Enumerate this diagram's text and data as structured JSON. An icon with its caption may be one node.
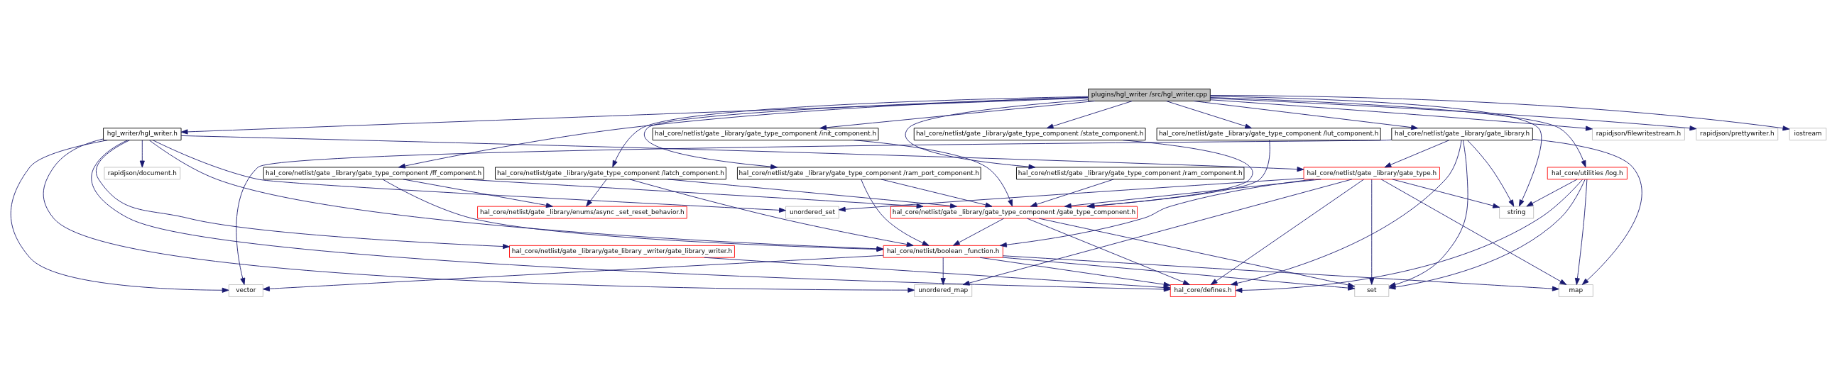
{
  "diagram": {
    "nodes": [
      {
        "text": [
          "plugins/hgl_writer /src/hgl_writer.cpp"
        ]
      },
      {
        "text": [
          "hgl_writer/hgl_writer.h"
        ]
      },
      {
        "text": [
          "hal_core/netlist/gate _library/gate_type_component /ram_component.h"
        ]
      },
      {
        "text": [
          "hal_core/netlist/gate _library/gate_type_component /state_component.h"
        ]
      },
      {
        "text": [
          "hal_core/netlist/gate _library/gate_type_component /lut_component.h"
        ]
      },
      {
        "text": [
          "hal_core/netlist/gate _library/gate_library.h"
        ]
      },
      {
        "text": [
          "rapidjson/filewritestream.h"
        ]
      },
      {
        "text": [
          "rapidjson/prettywriter.h"
        ]
      },
      {
        "text": [
          "iostream"
        ]
      },
      {
        "text": [
          "rapidjson/document.h"
        ]
      },
      {
        "text": [
          "hal_core/netlist/gate _library/gate_type_component /latch_component.h"
        ]
      },
      {
        "text": [
          "hal_core/netlist/gate _library/gate_type_component /ff_component.h"
        ]
      },
      {
        "text": [
          "hal_core/netlist/gate _library/gate_type_component /ram_port_component.h"
        ]
      },
      {
        "text": [
          "hal_core/netlist/gate _library/gate_type_component /init_component.h"
        ]
      },
      {
        "text": [
          "hal_core/netlist/gate _library/gate_type.h"
        ]
      },
      {
        "text": [
          "hal_core/utilities /log.h"
        ]
      },
      {
        "text": [
          "hal_core/netlist/gate _library/enums/async _set_reset_behavior.h"
        ]
      },
      {
        "text": [
          "hal_core/netlist/gate _library/gate_type_component /gate_type_component.h"
        ]
      },
      {
        "text": [
          "unordered_set"
        ]
      },
      {
        "text": [
          "string"
        ]
      },
      {
        "text": [
          "hal_core/netlist/gate _library/gate_library _writer/gate_library_writer.h"
        ]
      },
      {
        "text": [
          "hal_core/netlist/boolean _function.h"
        ]
      },
      {
        "text": [
          "vector"
        ]
      },
      {
        "text": [
          "unordered_map"
        ]
      },
      {
        "text": [
          "hal_core/defines.h"
        ]
      },
      {
        "text": [
          "set"
        ]
      },
      {
        "text": [
          "map"
        ]
      }
    ],
    "edges": [
      {
        "from": 0,
        "to": 1,
        "arrow": "to"
      },
      {
        "from": 0,
        "to": 10,
        "arrow": "to"
      },
      {
        "from": 0,
        "to": 11,
        "arrow": "to"
      },
      {
        "from": 0,
        "to": 12,
        "arrow": "to"
      },
      {
        "from": 0,
        "to": 2,
        "arrow": "to"
      },
      {
        "from": 0,
        "to": 3,
        "arrow": "to"
      },
      {
        "from": 0,
        "to": 13,
        "arrow": "to"
      },
      {
        "from": 0,
        "to": 4,
        "arrow": "to"
      },
      {
        "from": 0,
        "to": 5,
        "arrow": "to"
      },
      {
        "from": 0,
        "to": 19,
        "arrow": "to"
      },
      {
        "from": 0,
        "to": 15,
        "arrow": "to"
      },
      {
        "from": 0,
        "to": 6,
        "arrow": "to"
      },
      {
        "from": 0,
        "to": 7,
        "arrow": "to"
      },
      {
        "from": 0,
        "to": 8,
        "arrow": "to"
      },
      {
        "from": 1,
        "to": 9,
        "arrow": "to"
      },
      {
        "from": 1,
        "to": 22,
        "arrow": "to"
      },
      {
        "from": 1,
        "to": 21,
        "arrow": "to"
      },
      {
        "from": 1,
        "to": 23,
        "arrow": "to"
      },
      {
        "from": 1,
        "to": 20,
        "arrow": "to"
      },
      {
        "from": 1,
        "to": 24,
        "arrow": "to"
      },
      {
        "from": 1,
        "to": 14,
        "arrow": "to"
      },
      {
        "from": 1,
        "to": 18,
        "arrow": "to"
      },
      {
        "from": 2,
        "to": 17,
        "arrow": "to"
      },
      {
        "from": 3,
        "to": 17,
        "arrow": "to"
      },
      {
        "from": 4,
        "to": 17,
        "arrow": "to"
      },
      {
        "from": 5,
        "to": 14,
        "arrow": "to"
      },
      {
        "from": 5,
        "to": 22,
        "arrow": "to"
      },
      {
        "from": 5,
        "to": 24,
        "arrow": "to"
      },
      {
        "from": 5,
        "to": 25,
        "arrow": "to"
      },
      {
        "from": 5,
        "to": 19,
        "arrow": "to"
      },
      {
        "from": 5,
        "to": 26,
        "arrow": "to"
      },
      {
        "from": 10,
        "to": 16,
        "arrow": "to"
      },
      {
        "from": 10,
        "to": 17,
        "arrow": "to"
      },
      {
        "from": 10,
        "to": 21,
        "arrow": "to"
      },
      {
        "from": 11,
        "to": 16,
        "arrow": "to"
      },
      {
        "from": 11,
        "to": 17,
        "arrow": "to"
      },
      {
        "from": 11,
        "to": 21,
        "arrow": "to"
      },
      {
        "from": 12,
        "to": 17,
        "arrow": "to"
      },
      {
        "from": 12,
        "to": 21,
        "arrow": "to"
      },
      {
        "from": 13,
        "to": 17,
        "arrow": "to"
      },
      {
        "from": 14,
        "to": 17,
        "arrow": "to"
      },
      {
        "from": 14,
        "to": 18,
        "arrow": "to"
      },
      {
        "from": 14,
        "to": 19,
        "arrow": "to"
      },
      {
        "from": 14,
        "to": 21,
        "arrow": "to"
      },
      {
        "from": 14,
        "to": 23,
        "arrow": "to"
      },
      {
        "from": 14,
        "to": 25,
        "arrow": "to"
      },
      {
        "from": 14,
        "to": 26,
        "arrow": "to"
      },
      {
        "from": 14,
        "to": 24,
        "arrow": "to"
      },
      {
        "from": 15,
        "to": 19,
        "arrow": "to"
      },
      {
        "from": 15,
        "to": 26,
        "arrow": "to"
      },
      {
        "from": 15,
        "to": 25,
        "arrow": "to"
      },
      {
        "from": 15,
        "to": 24,
        "arrow": "to"
      },
      {
        "from": 17,
        "to": 21,
        "arrow": "to"
      },
      {
        "from": 17,
        "to": 24,
        "arrow": "to"
      },
      {
        "from": 17,
        "to": 25,
        "arrow": "to"
      },
      {
        "from": 20,
        "to": 24,
        "arrow": "to"
      },
      {
        "from": 21,
        "to": 22,
        "arrow": "to"
      },
      {
        "from": 21,
        "to": 23,
        "arrow": "to"
      },
      {
        "from": 21,
        "to": 24,
        "arrow": "to"
      },
      {
        "from": 21,
        "to": 25,
        "arrow": "to"
      },
      {
        "from": 21,
        "to": 26,
        "arrow": "to"
      }
    ]
  }
}
